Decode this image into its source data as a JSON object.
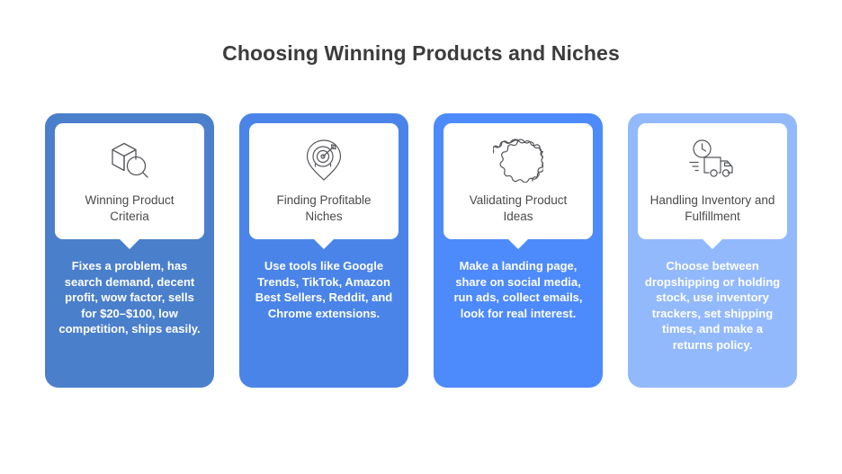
{
  "title": "Choosing Winning Products and Niches",
  "theme": {
    "background": "#ffffff",
    "title_color": "#3c3c3c",
    "card_title_color": "#4a4a4a",
    "card_body_color": "#ffffff",
    "icon_stroke": "#55565a"
  },
  "cards": [
    {
      "icon": "box-magnifier-icon",
      "title": "Winning Product Criteria",
      "body": "Fixes a problem, has search demand, decent profit, wow factor, sells for $20–$100, low competition, ships easily.",
      "color": "#4a7fcc"
    },
    {
      "icon": "target-pin-icon",
      "title": "Finding Profitable Niches",
      "body": "Use tools like Google Trends, TikTok, Amazon Best Sellers, Reddit, and Chrome extensions.",
      "color": "#4a84e8"
    },
    {
      "icon": "verified-badge-check-icon",
      "title": "Validating Product Ideas",
      "body": "Make a landing page, share on social media, run ads, collect emails, look for real interest.",
      "color": "#4d8afc"
    },
    {
      "icon": "delivery-truck-clock-icon",
      "title": "Handling Inventory and Fulfillment",
      "body": "Choose between dropshipping or holding stock, use inventory trackers, set shipping times, and make a returns policy.",
      "color": "#93b9fd"
    }
  ]
}
